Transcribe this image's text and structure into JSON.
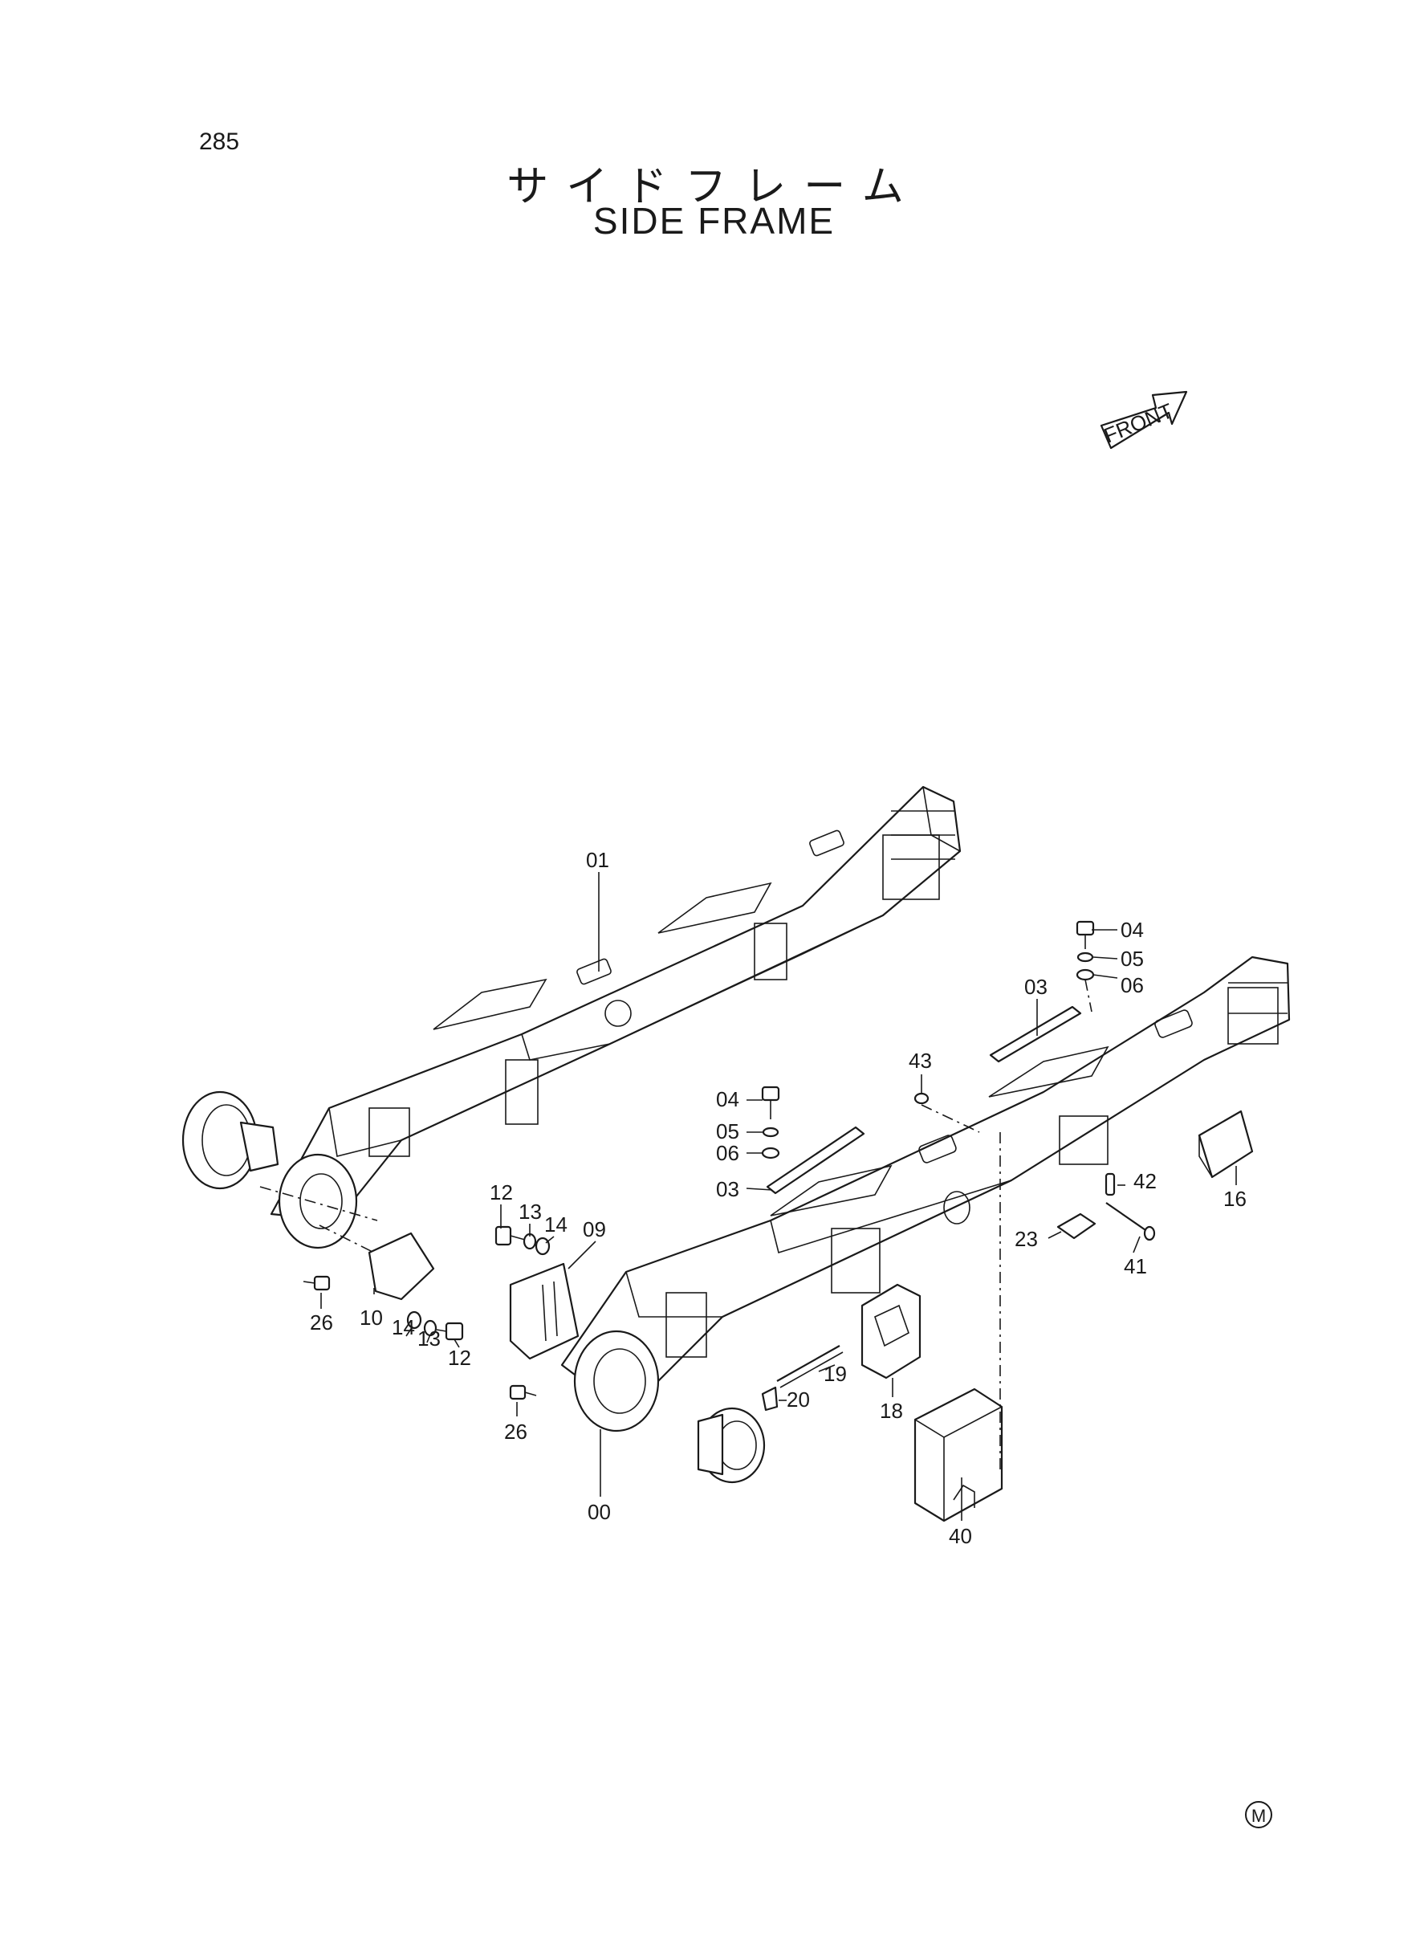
{
  "page_number": "285",
  "title_jp": "サイドフレーム",
  "title_en": "SIDE FRAME",
  "front_label": "FRONT",
  "mark": "M",
  "callouts": {
    "c01": "01",
    "c00": "00",
    "c03a": "03",
    "c03b": "03",
    "c04a": "04",
    "c05a": "05",
    "c06a": "06",
    "c04b": "04",
    "c05b": "05",
    "c06b": "06",
    "c09": "09",
    "c10": "10",
    "c12a": "12",
    "c13a": "13",
    "c14a": "14",
    "c12b": "12",
    "c13b": "13",
    "c14b": "14",
    "c16": "16",
    "c18": "18",
    "c19": "19",
    "c20": "20",
    "c23": "23",
    "c26a": "26",
    "c26b": "26",
    "c40": "40",
    "c41": "41",
    "c42": "42",
    "c43": "43"
  }
}
